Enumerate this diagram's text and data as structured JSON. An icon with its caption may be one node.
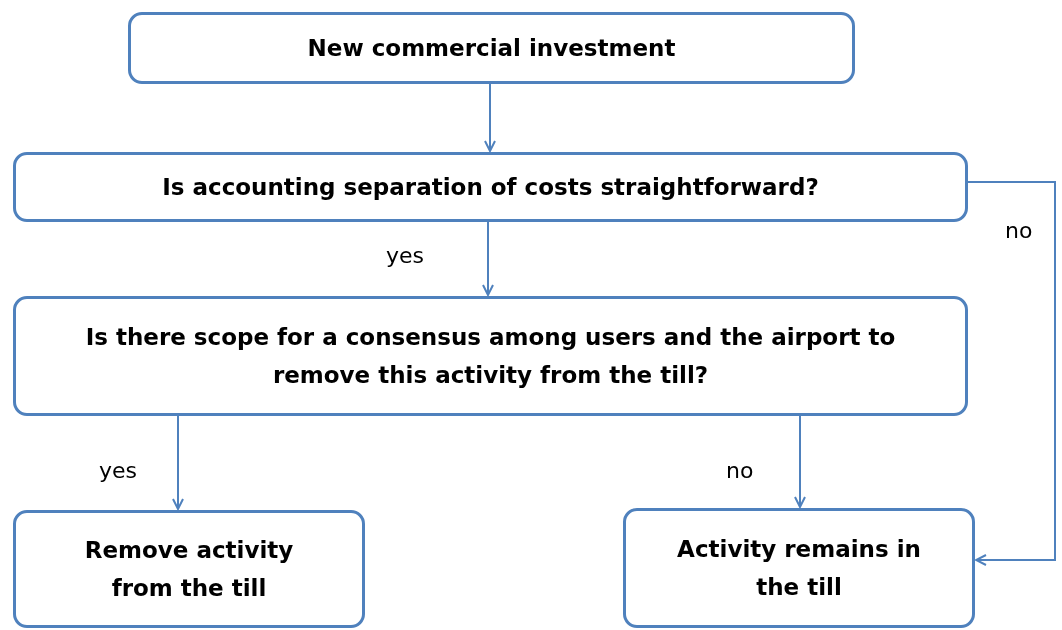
{
  "diagram": {
    "nodes": [
      {
        "text": [
          "New commercial investment"
        ]
      },
      {
        "text": [
          "Is accounting separation of costs straightforward?"
        ]
      },
      {
        "text": [
          "Is there scope for a consensus among users and the airport to remove this activity from the till?"
        ]
      },
      {
        "text": [
          "Remove activity from the till"
        ]
      },
      {
        "text": [
          "Activity remains in the till"
        ]
      }
    ],
    "edges": [
      {
        "from": 0,
        "to": 1,
        "arrow": "to"
      },
      {
        "from": 1,
        "to": 2,
        "arrow": "to",
        "label": "yes"
      },
      {
        "from": 2,
        "to": 3,
        "arrow": "to",
        "label": "yes"
      },
      {
        "from": 2,
        "to": 4,
        "arrow": "to",
        "label": "no"
      },
      {
        "from": 1,
        "to": 4,
        "arrow": "to",
        "label": "no"
      }
    ]
  }
}
